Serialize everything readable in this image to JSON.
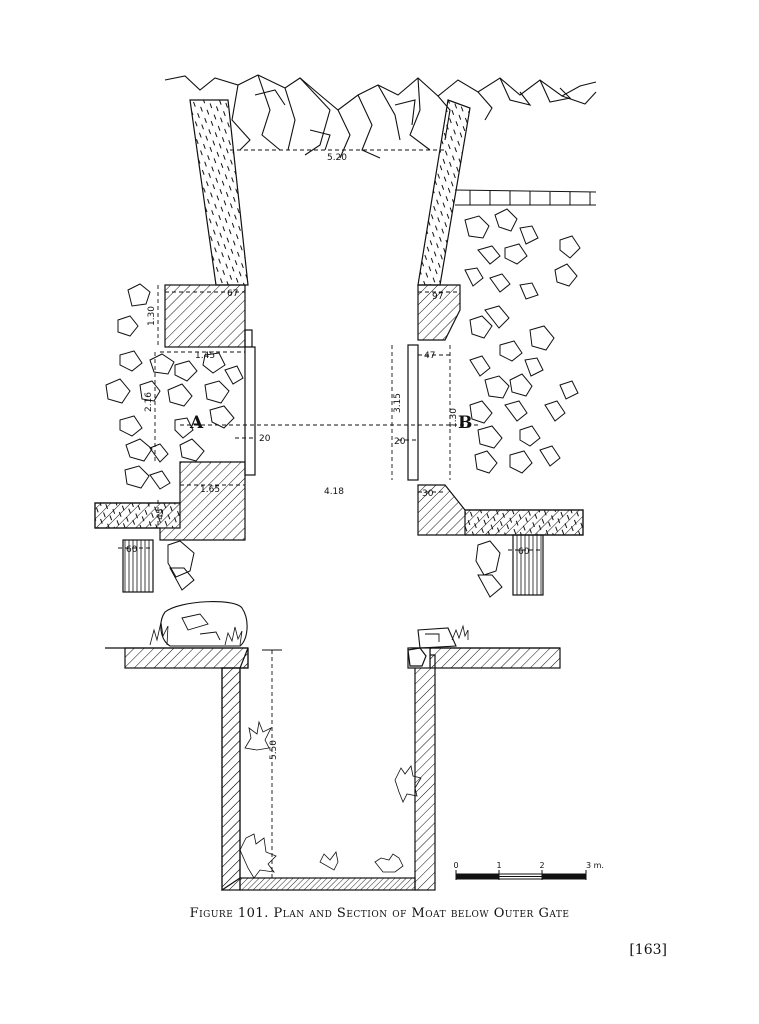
{
  "figure": {
    "caption": "Figure 101. Plan and Section of Moat below Outer Gate",
    "page_number": "[163]"
  },
  "plan": {
    "point_labels": {
      "a": "A",
      "b": "B"
    },
    "dimensions": {
      "top_width": "5.20",
      "left_pier_thickness": "67",
      "right_pier_thickness": "97",
      "left_pier_height": "1.30",
      "left_recess_width": "1.45",
      "left_recess_depth": "2.16",
      "left_jamb_offset": "20",
      "left_lower_width": "1.65",
      "right_recess_width": "47",
      "right_recess_length": "3.15",
      "right_recess_half": "1.30",
      "right_jamb_offset": "20",
      "right_lower_step": "30",
      "moat_width": "4.18",
      "left_wall_width": "60",
      "right_wall_width": "60",
      "left_small_dim": "45"
    }
  },
  "section": {
    "depth": "5.50"
  },
  "scale_bar": {
    "ticks": [
      "0",
      "1",
      "2",
      "3 m."
    ]
  },
  "colors": {
    "ink": "#111111",
    "paper": "#ffffff"
  }
}
